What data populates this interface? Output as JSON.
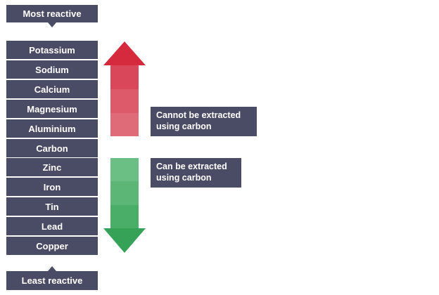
{
  "labels": {
    "most_reactive": "Most reactive",
    "least_reactive": "Least reactive"
  },
  "metals": [
    "Potassium",
    "Sodium",
    "Calcium",
    "Magnesium",
    "Aluminium",
    "Carbon",
    "Zinc",
    "Iron",
    "Tin",
    "Lead",
    "Copper"
  ],
  "captions": {
    "cannot": "Cannot be extracted using carbon",
    "can": "Can be extracted using carbon"
  },
  "colors": {
    "box": "#4a4b65",
    "arrow_up": [
      "#d52a3d",
      "#d9475a",
      "#dc5a6a",
      "#df6a78"
    ],
    "arrow_down": [
      "#6cbf84",
      "#5cb676",
      "#4aad68",
      "#35a257"
    ]
  },
  "icons": {
    "up_arrow": "red-up-arrow-icon",
    "down_arrow": "green-down-arrow-icon"
  }
}
